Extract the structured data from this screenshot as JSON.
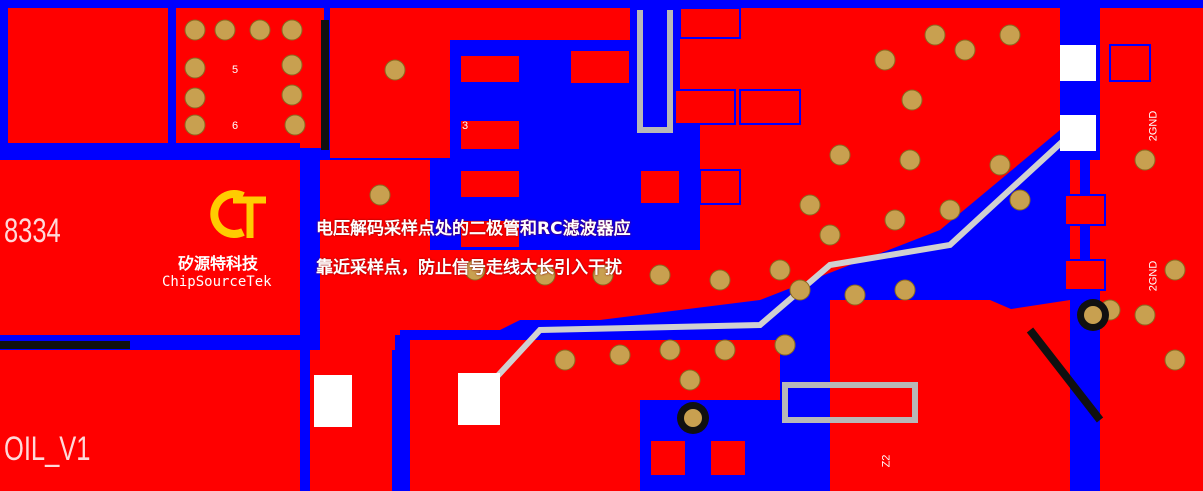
{
  "annotation": {
    "line1": "电压解码采样点处的二极管和RC滤波器应",
    "line2": "靠近采样点，防止信号走线太长引入干扰"
  },
  "logo": {
    "name": "矽源特科技",
    "subtitle": "ChipSourceTek"
  },
  "board_labels": {
    "ref_left_top": "8334",
    "ref_left_bottom": "OIL_V1",
    "silk": [
      "5",
      "6",
      "3",
      "2GND",
      "2GND",
      "Z2"
    ]
  },
  "colors": {
    "copper_top": "#ff0000",
    "copper_bottom": "#0000ff",
    "pad_white": "#ffffff",
    "via_gold": "#c8a050",
    "silkscreen_gray": "#c0c0c0",
    "logo_orange": "#ffcc00",
    "logo_ring": "#e03020"
  }
}
